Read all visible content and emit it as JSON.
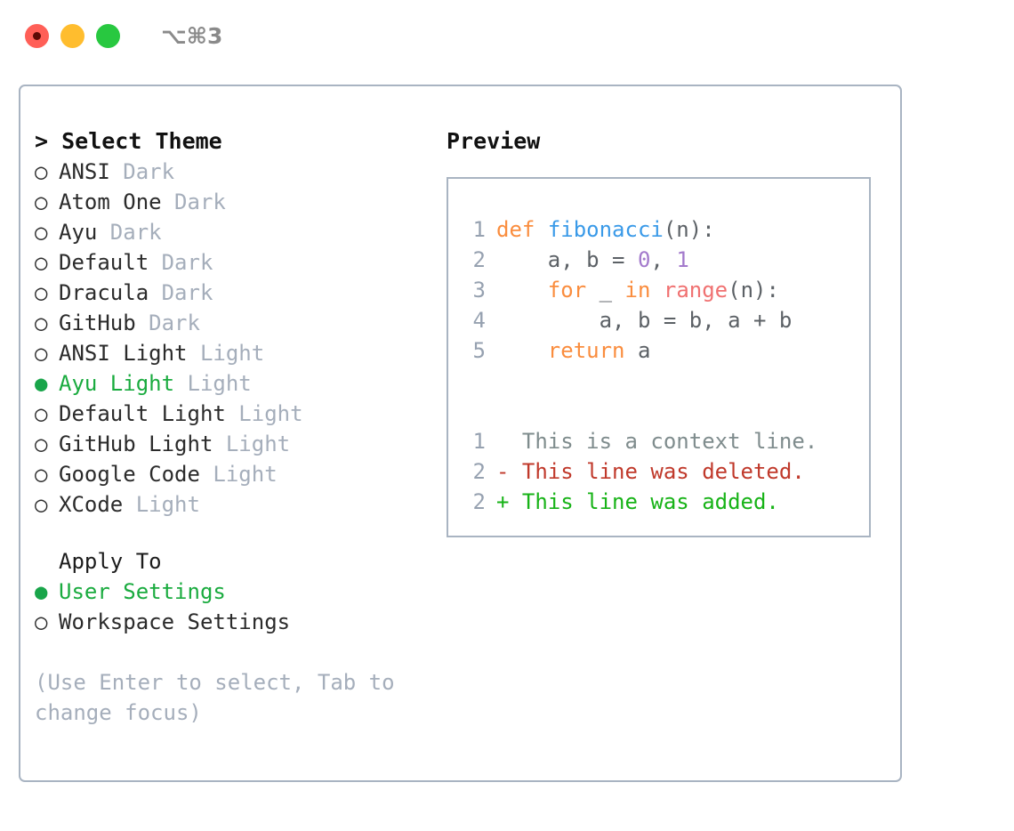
{
  "titlebar": {
    "shortcut": "⌥⌘3",
    "buttons": [
      {
        "name": "close",
        "color": "#ff5f57"
      },
      {
        "name": "minimize",
        "color": "#ffbd2e"
      },
      {
        "name": "zoom",
        "color": "#28c840"
      }
    ]
  },
  "theme_panel": {
    "heading": "> Select Theme",
    "items": [
      {
        "marker": "○",
        "name": "ANSI",
        "kind": "Dark",
        "selected": false
      },
      {
        "marker": "○",
        "name": "Atom One",
        "kind": "Dark",
        "selected": false
      },
      {
        "marker": "○",
        "name": "Ayu",
        "kind": "Dark",
        "selected": false
      },
      {
        "marker": "○",
        "name": "Default",
        "kind": "Dark",
        "selected": false
      },
      {
        "marker": "○",
        "name": "Dracula",
        "kind": "Dark",
        "selected": false
      },
      {
        "marker": "○",
        "name": "GitHub",
        "kind": "Dark",
        "selected": false
      },
      {
        "marker": "○",
        "name": "ANSI Light",
        "kind": "Light",
        "selected": false
      },
      {
        "marker": "●",
        "name": "Ayu Light",
        "kind": "Light",
        "selected": true
      },
      {
        "marker": "○",
        "name": "Default Light",
        "kind": "Light",
        "selected": false
      },
      {
        "marker": "○",
        "name": "GitHub Light",
        "kind": "Light",
        "selected": false
      },
      {
        "marker": "○",
        "name": "Google Code",
        "kind": "Light",
        "selected": false
      },
      {
        "marker": "○",
        "name": "XCode",
        "kind": "Light",
        "selected": false
      }
    ]
  },
  "apply_to": {
    "heading": "Apply To",
    "items": [
      {
        "marker": "●",
        "name": "User Settings",
        "selected": true
      },
      {
        "marker": "○",
        "name": "Workspace Settings",
        "selected": false
      }
    ]
  },
  "hint": "(Use Enter to select, Tab to change focus)",
  "preview": {
    "heading": "Preview",
    "code_lines": [
      {
        "lineno": "1",
        "tokens": [
          {
            "t": "def",
            "c": "kw"
          },
          {
            "t": " ",
            "c": "plain"
          },
          {
            "t": "fibonacci",
            "c": "fn"
          },
          {
            "t": "(n):",
            "c": "plain"
          }
        ]
      },
      {
        "lineno": "2",
        "tokens": [
          {
            "t": "    a, b = ",
            "c": "plain"
          },
          {
            "t": "0",
            "c": "num"
          },
          {
            "t": ", ",
            "c": "plain"
          },
          {
            "t": "1",
            "c": "num"
          }
        ]
      },
      {
        "lineno": "3",
        "tokens": [
          {
            "t": "    ",
            "c": "plain"
          },
          {
            "t": "for",
            "c": "kw"
          },
          {
            "t": " _ ",
            "c": "plain"
          },
          {
            "t": "in",
            "c": "kw"
          },
          {
            "t": " ",
            "c": "plain"
          },
          {
            "t": "range",
            "c": "call"
          },
          {
            "t": "(n):",
            "c": "plain"
          }
        ]
      },
      {
        "lineno": "4",
        "tokens": [
          {
            "t": "        a, b = b, a + b",
            "c": "plain"
          }
        ]
      },
      {
        "lineno": "5",
        "tokens": [
          {
            "t": "    ",
            "c": "plain"
          },
          {
            "t": "return",
            "c": "kw"
          },
          {
            "t": " a",
            "c": "plain"
          }
        ]
      }
    ],
    "diff_lines": [
      {
        "lineno": "1",
        "text": "  This is a context line.",
        "kind": "ctx"
      },
      {
        "lineno": "2",
        "text": "- This line was deleted.",
        "kind": "del"
      },
      {
        "lineno": "2",
        "text": "+ This line was added.",
        "kind": "add"
      }
    ]
  },
  "colors": {
    "accent_green": "#1aab3f",
    "muted": "#a5aebb",
    "border": "#a9b4c2",
    "keyword": "#fa8d3e",
    "function": "#3a9ae8",
    "number": "#a37acc",
    "call": "#f07171",
    "diff_add": "#17b317",
    "diff_del": "#c0392b"
  }
}
